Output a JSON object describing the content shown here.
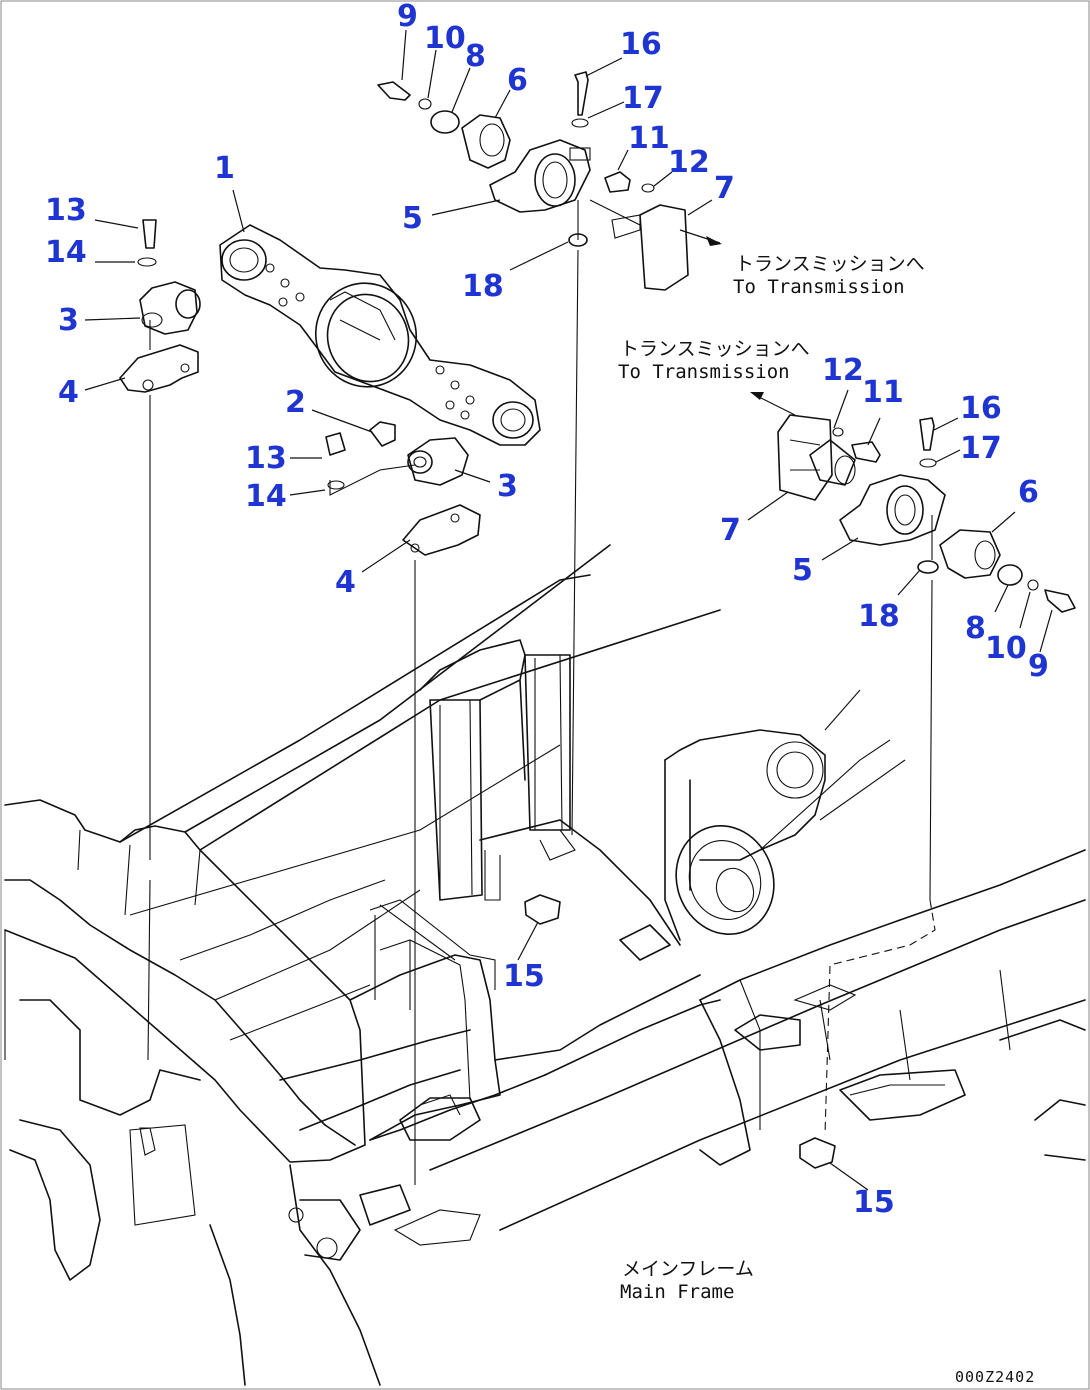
{
  "callouts": [
    {
      "id": "c9a",
      "text": "9"
    },
    {
      "id": "c10a",
      "text": "10"
    },
    {
      "id": "c8a",
      "text": "8"
    },
    {
      "id": "c6a",
      "text": "6"
    },
    {
      "id": "c16a",
      "text": "16"
    },
    {
      "id": "c17a",
      "text": "17"
    },
    {
      "id": "c11a",
      "text": "11"
    },
    {
      "id": "c12a",
      "text": "12"
    },
    {
      "id": "c7a",
      "text": "7"
    },
    {
      "id": "c5a",
      "text": "5"
    },
    {
      "id": "c18a",
      "text": "18"
    },
    {
      "id": "c1",
      "text": "1"
    },
    {
      "id": "c13a",
      "text": "13"
    },
    {
      "id": "c14a",
      "text": "14"
    },
    {
      "id": "c3a",
      "text": "3"
    },
    {
      "id": "c4a",
      "text": "4"
    },
    {
      "id": "c2",
      "text": "2"
    },
    {
      "id": "c13b",
      "text": "13"
    },
    {
      "id": "c14b",
      "text": "14"
    },
    {
      "id": "c3b",
      "text": "3"
    },
    {
      "id": "c4b",
      "text": "4"
    },
    {
      "id": "c12b",
      "text": "12"
    },
    {
      "id": "c11b",
      "text": "11"
    },
    {
      "id": "c16b",
      "text": "16"
    },
    {
      "id": "c17b",
      "text": "17"
    },
    {
      "id": "c6b",
      "text": "6"
    },
    {
      "id": "c7b",
      "text": "7"
    },
    {
      "id": "c5b",
      "text": "5"
    },
    {
      "id": "c18b",
      "text": "18"
    },
    {
      "id": "c8b",
      "text": "8"
    },
    {
      "id": "c10b",
      "text": "10"
    },
    {
      "id": "c9b",
      "text": "9"
    },
    {
      "id": "c15a",
      "text": "15"
    },
    {
      "id": "c15b",
      "text": "15"
    }
  ],
  "notes": {
    "to_transmission_1_jp": "トランスミッションへ",
    "to_transmission_1_en": "To Transmission",
    "to_transmission_2_jp": "トランスミッションへ",
    "to_transmission_2_en": "To Transmission",
    "main_frame_jp": "メインフレーム",
    "main_frame_en": "Main Frame"
  },
  "drawing_code": "000Z2402",
  "colors": {
    "callout": "#1f35d2",
    "line": "#111111",
    "background": "#ffffff"
  }
}
